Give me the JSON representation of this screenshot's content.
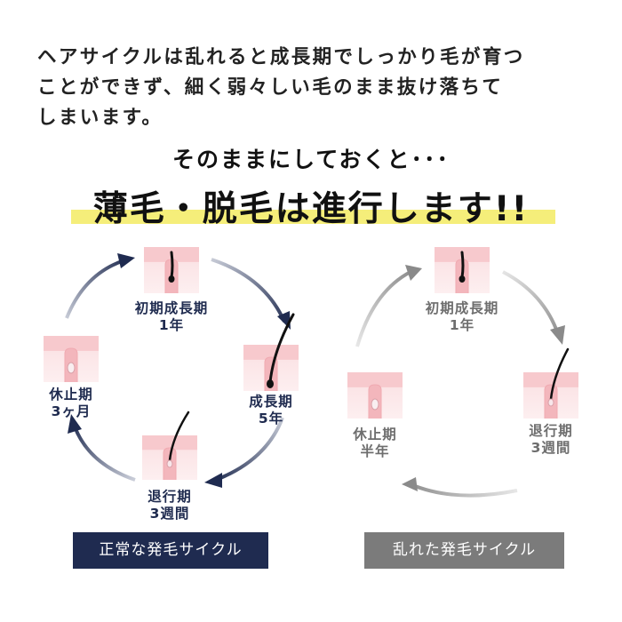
{
  "intro": {
    "lines": [
      "ヘアサイクルは乱れると成長期でしっかり毛が育つ",
      "ことができず、細く弱々しい毛のまま抜け落ちて",
      "しまいます。"
    ]
  },
  "subheading": "そのままにしておくと･･･",
  "headline": "薄毛・脱毛は進行します!!",
  "normal_cycle": {
    "caption": "正常な発毛サイクル",
    "stages": [
      {
        "name": "初期成長期",
        "duration": "1年"
      },
      {
        "name": "成長期",
        "duration": "5年"
      },
      {
        "name": "退行期",
        "duration": "3週間"
      },
      {
        "name": "休止期",
        "duration": "3ヶ月"
      }
    ]
  },
  "disrupted_cycle": {
    "caption": "乱れた発毛サイクル",
    "stages": [
      {
        "name": "初期成長期",
        "duration": "1年"
      },
      {
        "name": "退行期",
        "duration": "3週間"
      },
      {
        "name": "休止期",
        "duration": "半年"
      }
    ]
  },
  "colors": {
    "navy": "#1f2b50",
    "gray": "#7b7b7b",
    "highlight": "#f5ee7a",
    "skin": "#f9d3d6"
  }
}
